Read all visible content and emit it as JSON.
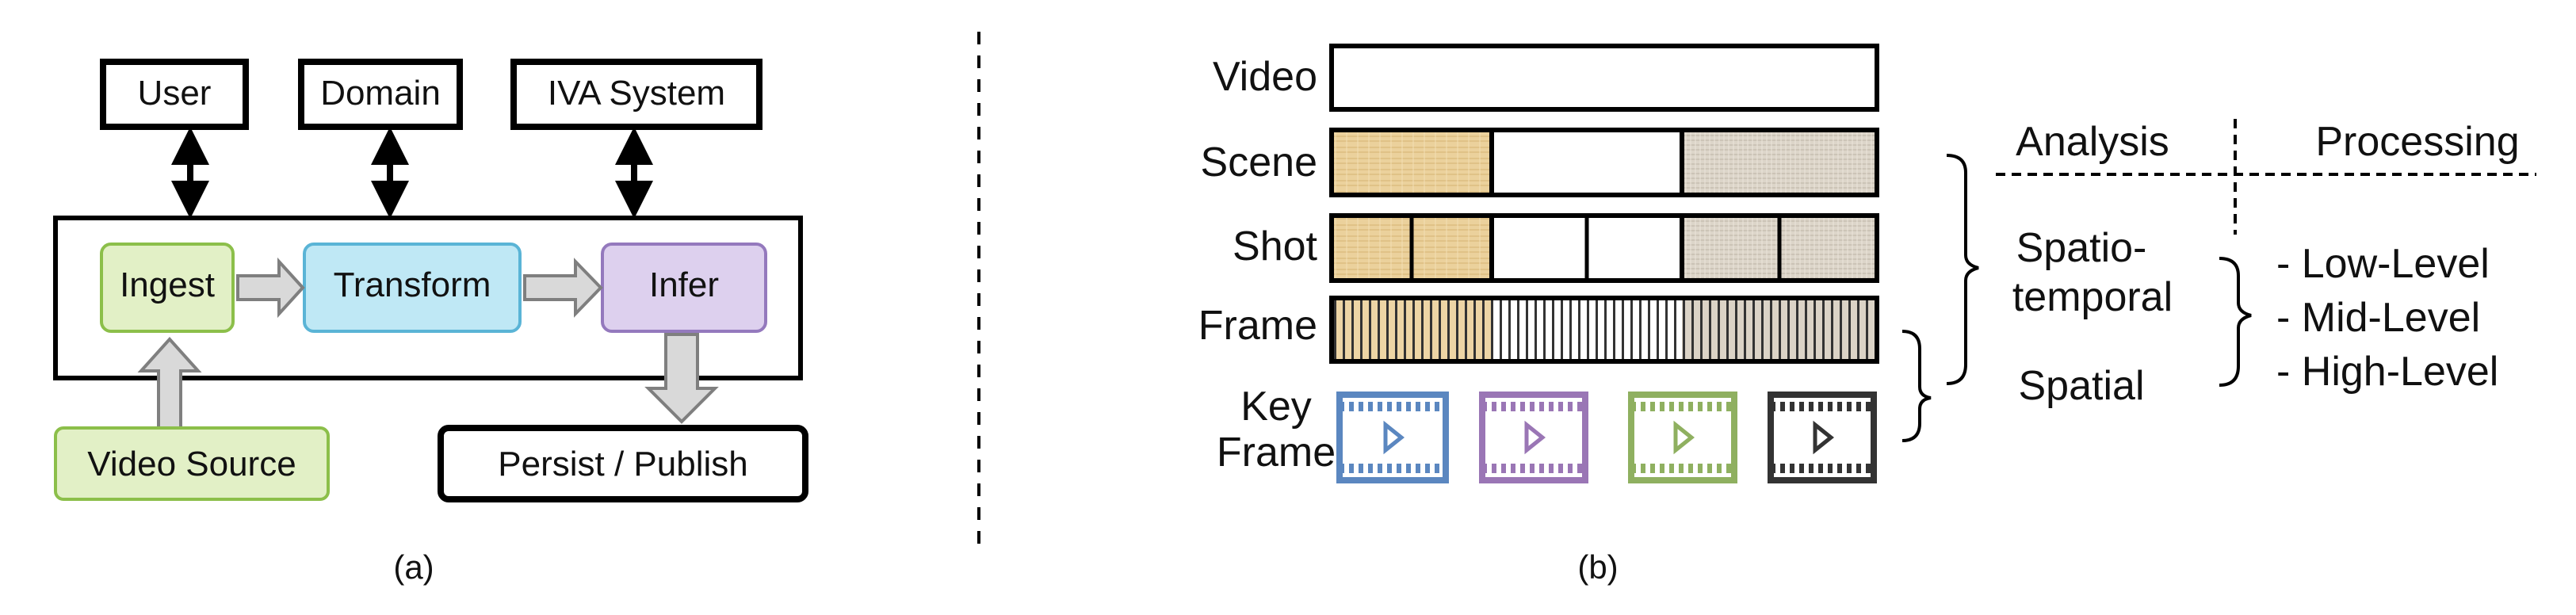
{
  "panel_a": {
    "top_boxes": {
      "user": "User",
      "domain": "Domain",
      "iva_system": "IVA System"
    },
    "stages": {
      "ingest": "Ingest",
      "transform": "Transform",
      "infer": "Infer"
    },
    "video_source": "Video Source",
    "persist_publish": "Persist / Publish",
    "caption": "(a)"
  },
  "panel_b": {
    "rows": {
      "video": "Video",
      "scene": "Scene",
      "shot": "Shot",
      "frame": "Frame"
    },
    "key_frame": {
      "line1": "Key",
      "line2": "Frame"
    },
    "headers": {
      "analysis": "Analysis",
      "processing": "Processing"
    },
    "analysis": {
      "spatio1": "Spatio-",
      "spatio2": "temporal",
      "spatial": "Spatial"
    },
    "processing": {
      "low": "- Low-Level",
      "mid": "- Mid-Level",
      "high": "- High-Level"
    },
    "caption": "(b)"
  },
  "colors": {
    "ingest_fill": "#e2f0c6",
    "ingest_stroke": "#8cbf4a",
    "transform_fill": "#bfe8f5",
    "transform_stroke": "#5ab4d6",
    "infer_fill": "#ddd0ee",
    "infer_stroke": "#9479bd",
    "arrow_fill": "#d9d9d9",
    "arrow_stroke": "#7f7f7f",
    "tan_texture": "#e9cd96",
    "gray_texture": "#d8d0c3",
    "keyframe_blue": "#5b87c0",
    "keyframe_purple": "#9a76b5",
    "keyframe_green": "#8fb060",
    "keyframe_black": "#333333"
  },
  "icons": [
    "double-arrow-icon",
    "block-arrow-icon",
    "film-frame-icon",
    "play-triangle-icon",
    "curly-brace-icon"
  ]
}
